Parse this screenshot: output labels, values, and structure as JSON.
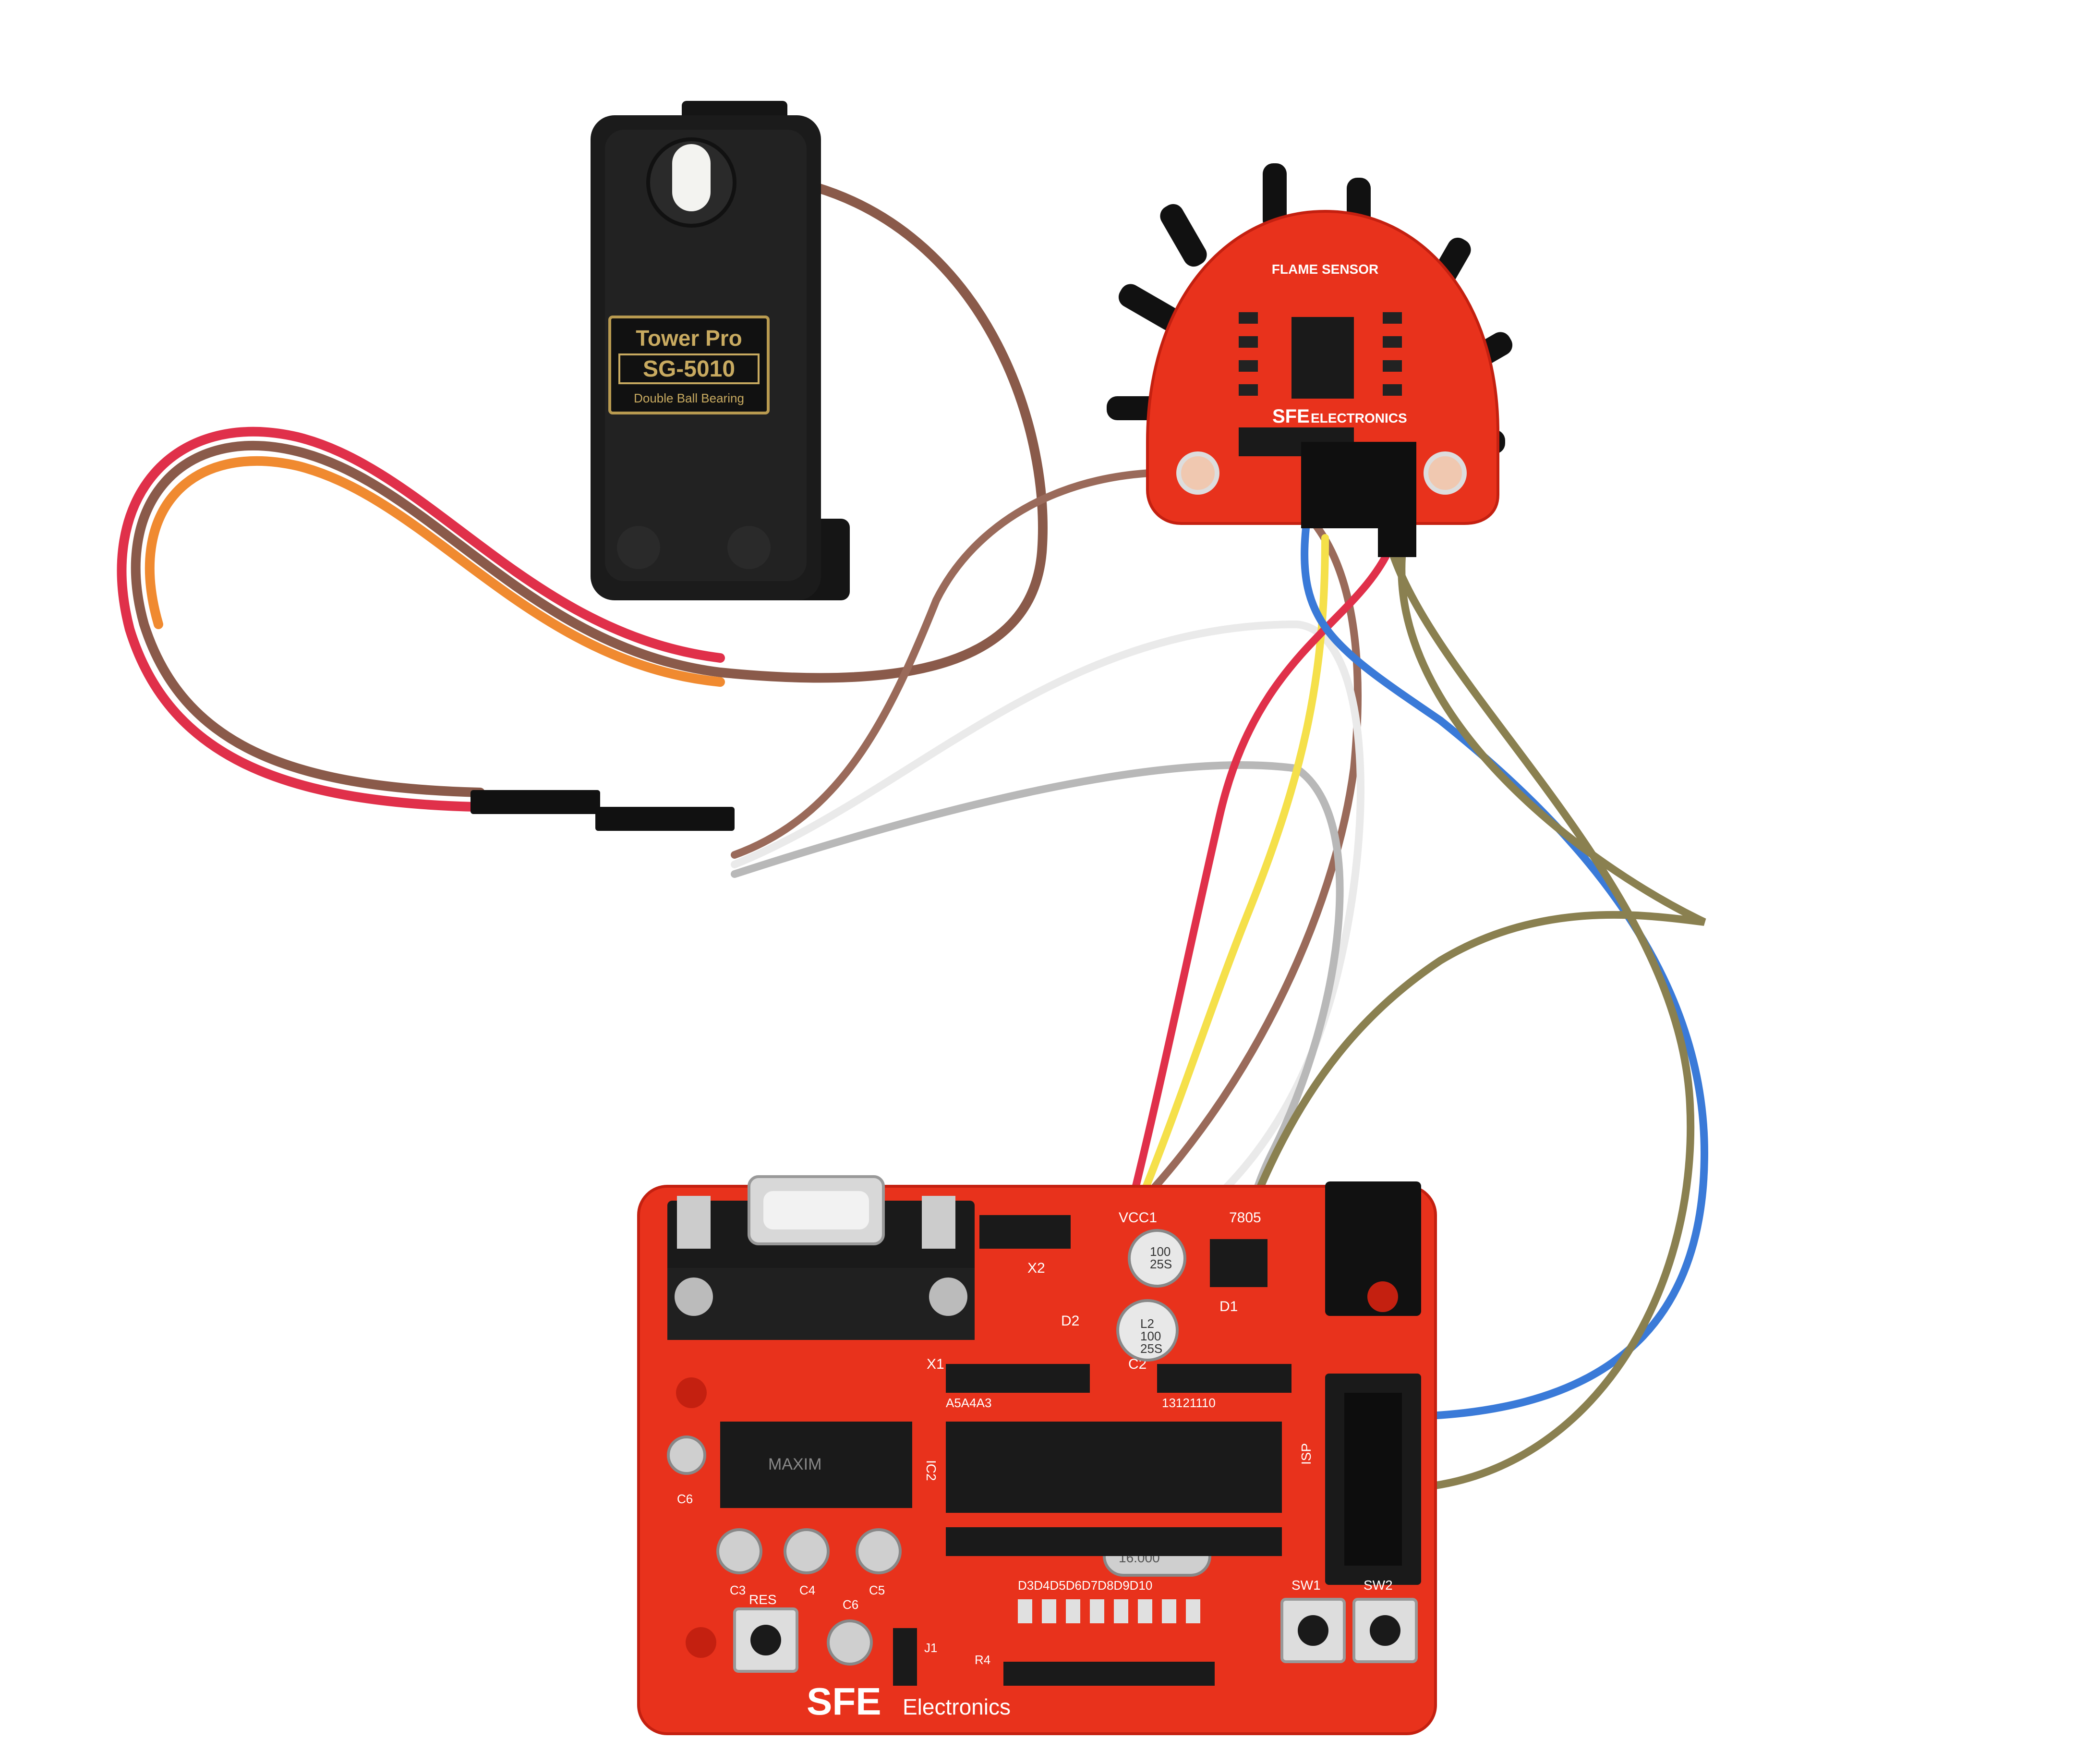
{
  "servo": {
    "brand": "Tower Pro",
    "model": "SG-5010",
    "subtitle": "Double Ball Bearing"
  },
  "flame_sensor": {
    "title": "FLAME SENSOR",
    "maker": "SFE",
    "maker_suffix": "ELECTRONICS"
  },
  "dev_board": {
    "brand": "SFE",
    "brand_suffix": "Electronics",
    "labels": {
      "res": "RES",
      "c6": "C6",
      "c3": "C3",
      "c4": "C4",
      "c5": "C5",
      "c6b": "C6",
      "j1": "J1",
      "r4": "R4",
      "sw1": "SW1",
      "sw2": "SW2",
      "x1": "X1",
      "x2": "X2",
      "c2": "C2",
      "d1": "D1",
      "d2": "D2",
      "ic2": "IC2",
      "isp": "ISP",
      "vcc": "VCC1",
      "reg": "7805",
      "a_pins": "A5A4A3",
      "d_pins": "13121110",
      "leds": "D3D4D5D6D7D8D9D10",
      "cap1": "100\n25S",
      "cap2": "L2\n100\n25S",
      "max_chip": "MAXIM",
      "crystal": "16.000"
    }
  },
  "colors": {
    "pcb_red": "#e8321c",
    "servo_black": "#1a1a1a",
    "wire_brown": "#8a5a4a",
    "wire_red": "#e0304a",
    "wire_orange": "#f08a30",
    "wire_yellow": "#f5e04a",
    "wire_white": "#e8e8e8",
    "wire_gray": "#b8b8b8",
    "wire_blue": "#3a7ad8",
    "wire_olive": "#8a8050"
  }
}
